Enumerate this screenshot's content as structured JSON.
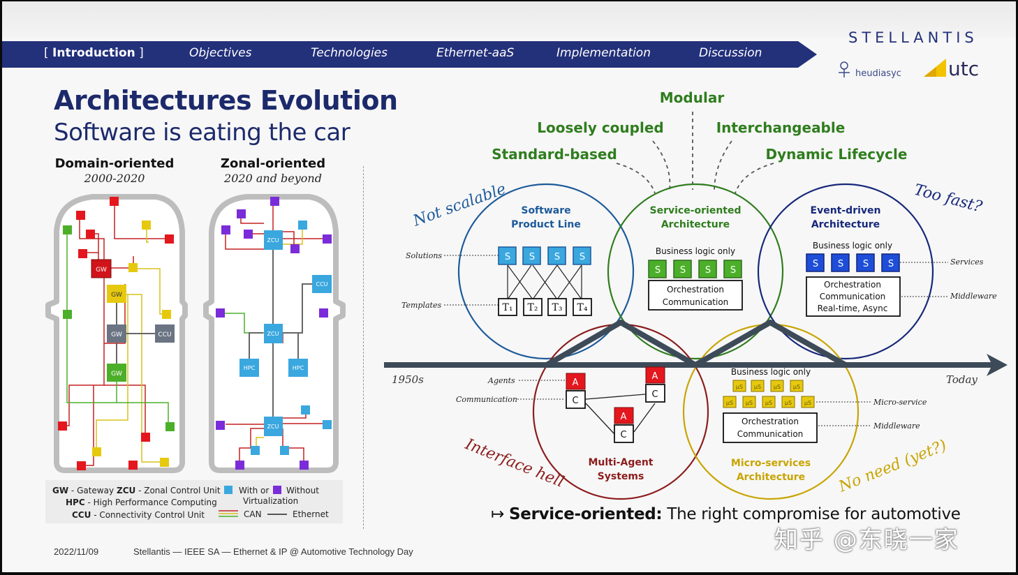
{
  "header": {
    "nav_items": [
      {
        "label": "Introduction",
        "current": true
      },
      {
        "label": "Objectives",
        "current": false
      },
      {
        "label": "Technologies",
        "current": false
      },
      {
        "label": "Ethernet-aaS",
        "current": false
      },
      {
        "label": "Implementation",
        "current": false
      },
      {
        "label": "Discussion",
        "current": false
      }
    ],
    "logos": {
      "stellantis": "STELLANTIS",
      "heudiasyc": "heudiasyc",
      "utc": "utc"
    }
  },
  "slide": {
    "title": "Architectures Evolution",
    "subtitle": "Software is eating the car",
    "domain_col": {
      "heading": "Domain-oriented",
      "years": "2000-2020"
    },
    "zonal_col": {
      "heading": "Zonal-oriented",
      "years": "2020 and beyond"
    }
  },
  "car_labels": {
    "gw": "GW",
    "ccu": "CCU",
    "zcu": "ZCU",
    "hpc": "HPC"
  },
  "legend": {
    "gw_abbr": "GW",
    "gw_text": "- Gateway",
    "zcu_abbr": "ZCU",
    "zcu_text": "- Zonal Control Unit",
    "hpc_abbr": "HPC",
    "hpc_text": "- High Performance Computing",
    "ccu_abbr": "CCU",
    "ccu_text": "- Connectivity Control Unit",
    "with_or": "With or",
    "without": "Without",
    "virtualization": "Virtualization",
    "can": "CAN",
    "ethernet": "Ethernet"
  },
  "diagram": {
    "properties": {
      "modular": "Modular",
      "loosely": "Loosely coupled",
      "interchangeable": "Interchangeable",
      "standard": "Standard-based",
      "dynamic": "Dynamic Lifecycle"
    },
    "annotations": {
      "not_scalable": "Not scalable",
      "too_fast": "Too fast?",
      "interface_hell": "Interface hell",
      "no_need": "No need (yet?)"
    },
    "timeline": {
      "start": "1950s",
      "end": "Today"
    },
    "spl": {
      "title1": "Software",
      "title2": "Product Line",
      "solutions": "Solutions",
      "templates": "Templates",
      "s": "S",
      "t1": "T₁",
      "t2": "T₂",
      "t3": "T₃",
      "t4": "T₄"
    },
    "soa": {
      "title1": "Service-oriented",
      "title2": "Architecture",
      "business": "Business logic only",
      "orch": "Orchestration",
      "comm": "Communication",
      "s": "S"
    },
    "eda": {
      "title1": "Event-driven",
      "title2": "Architecture",
      "business": "Business logic only",
      "orch": "Orchestration",
      "comm": "Communication",
      "rt": "Real-time, Async",
      "services": "Services",
      "middleware": "Middleware",
      "s": "S"
    },
    "mas": {
      "title1": "Multi-Agent",
      "title2": "Systems",
      "agents": "Agents",
      "communication": "Communication",
      "a": "A",
      "c": "C"
    },
    "msa": {
      "title1": "Micro-services",
      "title2": "Architecture",
      "business": "Business logic only",
      "orch": "Orchestration",
      "comm": "Communication",
      "micro": "Micro-service",
      "middleware": "Middleware",
      "us": "μS"
    }
  },
  "bottom": {
    "arrow": "↦",
    "strong": "Service-oriented:",
    "rest": "The right compromise for automotive"
  },
  "footer": {
    "date": "2022/11/09",
    "text": "Stellantis — IEEE SA — Ethernet & IP @ Automotive Technology Day"
  },
  "watermark": "知乎 @东晓一家",
  "colors": {
    "navy": "#1c2a6b",
    "green_title": "#2f7d1e",
    "spl_blue": "#1d5a9a",
    "mas_red": "#8c1c1c",
    "msa_yellow": "#c8a400",
    "eda_navy": "#16287a",
    "square_blue": "#3aa7df",
    "square_green": "#4caf2a",
    "square_navy": "#1e4ed8",
    "agent_red": "#e3171d",
    "us_yellow": "#e6c90f"
  },
  "icons": [
    "stellantis-logo",
    "heudiasyc-logo",
    "utc-logo",
    "timeline-arrow-icon",
    "maps-to-arrow-icon"
  ]
}
